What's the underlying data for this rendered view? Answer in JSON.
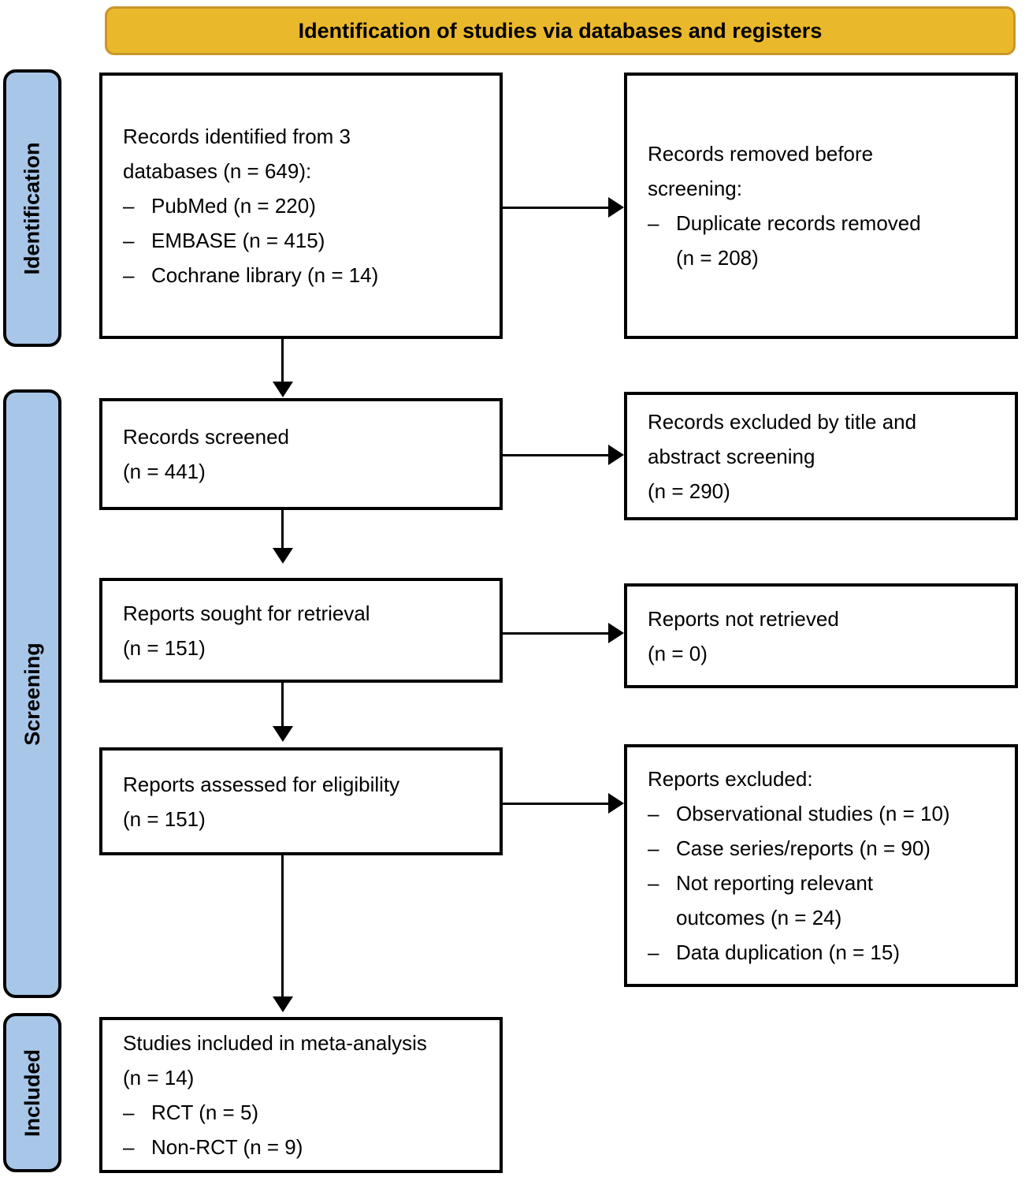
{
  "banner": {
    "title": "Identification of studies via databases and registers",
    "fill_color": "#eab82b",
    "border_color": "#c9962a"
  },
  "stages": [
    {
      "id": "identification",
      "label": "Identification",
      "fill_color": "#a8c6e8"
    },
    {
      "id": "screening",
      "label": "Screening",
      "fill_color": "#a8c6e8"
    },
    {
      "id": "included",
      "label": "Included",
      "fill_color": "#a8c6e8"
    }
  ],
  "boxes": {
    "identified": {
      "lines": [
        "Records identified from 3",
        "databases (n = 649):"
      ],
      "bullets": [
        "PubMed (n = 220)",
        "EMBASE (n = 415)",
        "Cochrane library (n = 14)"
      ]
    },
    "removed": {
      "lines": [
        "Records removed before",
        "screening:"
      ],
      "bullets": [
        "Duplicate records removed"
      ],
      "continuations": [
        "(n = 208)"
      ]
    },
    "screened": {
      "lines": [
        "Records screened",
        "(n = 441)"
      ]
    },
    "excluded_title_abstract": {
      "lines": [
        "Records excluded by title and",
        "abstract screening",
        "(n = 290)"
      ]
    },
    "sought": {
      "lines": [
        "Reports sought for retrieval",
        "(n = 151)"
      ]
    },
    "not_retrieved": {
      "lines": [
        "Reports not retrieved",
        "(n = 0)"
      ]
    },
    "assessed": {
      "lines": [
        "Reports assessed for eligibility",
        "(n = 151)"
      ]
    },
    "excluded_reports": {
      "lines": [
        "Reports excluded:"
      ],
      "bullets": [
        "Observational studies (n = 10)",
        "Case series/reports (n = 90)",
        "Not reporting relevant"
      ],
      "continuation": "outcomes (n = 24)",
      "last_bullet": "Data duplication (n = 15)"
    },
    "included": {
      "lines": [
        "Studies included in meta-analysis",
        "(n = 14)"
      ],
      "bullets": [
        "RCT (n = 5)",
        "Non-RCT (n = 9)"
      ]
    }
  }
}
